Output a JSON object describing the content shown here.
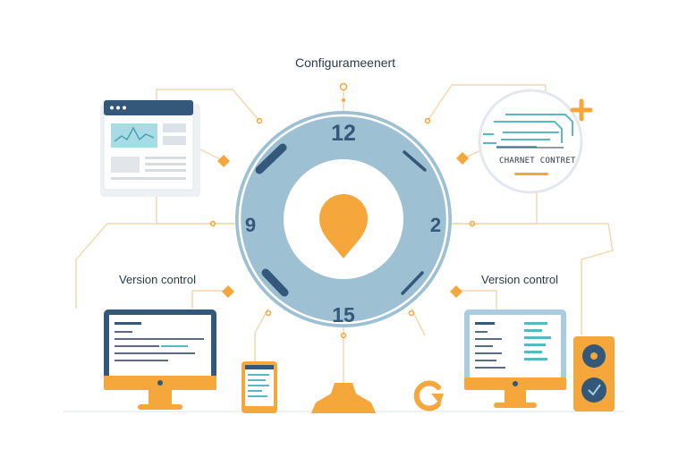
{
  "title": "Configurameenert",
  "labels": {
    "version_control_left": "Version control",
    "version_control_right": "Version control",
    "chip_text": "CHARNET CONTRET"
  },
  "clock": {
    "numbers": {
      "top": "12",
      "left": "9",
      "right": "2",
      "bottom": "15"
    }
  },
  "colors": {
    "accent_orange": "#f5a73b",
    "dial_blue": "#9dc0d3",
    "navy": "#33587a",
    "line_tan": "#f2d9b0",
    "chip_teal": "#5bb7c4"
  },
  "icons": {
    "center": "location-pin-icon",
    "sync": "refresh-icon",
    "plus": "plus-icon",
    "speaker": "speaker-icon"
  }
}
